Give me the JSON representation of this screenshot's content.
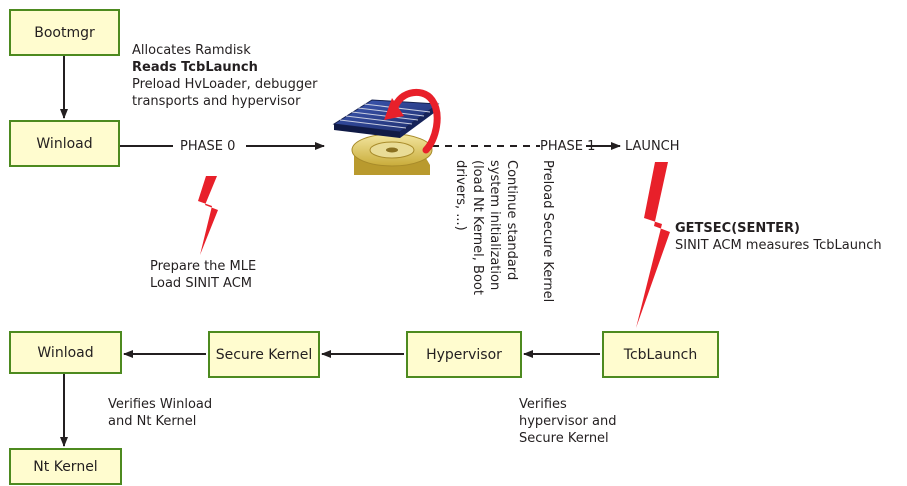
{
  "nodes": {
    "bootmgr": "Bootmgr",
    "winload_top": "Winload",
    "tcblaunch": "TcbLaunch",
    "hypervisor": "Hypervisor",
    "secure_kernel": "Secure Kernel",
    "winload_bottom": "Winload",
    "nt_kernel": "Nt Kernel"
  },
  "labels": {
    "phase0": "PHASE 0",
    "phase1": "PHASE 1",
    "launch": "LAUNCH"
  },
  "annotations": {
    "bootmgr_note": {
      "line1": "Allocates Ramdisk",
      "line2": "Reads TcbLaunch",
      "line3": "Preload HvLoader, debugger",
      "line4": "transports and hypervisor"
    },
    "phase0_note": {
      "line1": "Prepare the MLE",
      "line2": "Load SINIT ACM"
    },
    "phase1_preload": "Preload Secure Kernel",
    "phase1_continue": {
      "line1": "Continue standard",
      "line2": "system initialization",
      "line3": "(load Nt Kernel, Boot",
      "line4": "drivers, ...)"
    },
    "getsec": {
      "line1": "GETSEC(SENTER)",
      "line2": "SINIT ACM measures TcbLaunch"
    },
    "verifies_hv": {
      "line1": "Verifies",
      "line2": "hypervisor and",
      "line3": "Secure Kernel"
    },
    "verifies_winload": {
      "line1": "Verifies Winload",
      "line2": "and Nt Kernel"
    }
  },
  "colors": {
    "box_fill": "#fffccf",
    "box_border": "#4d8a1f",
    "lightning": "#e8202a",
    "arrow": "#231f20",
    "chip_blue": "#2a3e8c",
    "disk_gold": "#d9c25a",
    "curved_arrow": "#e8202a"
  },
  "icons": {
    "lightning_left": "lightning-bolt-icon",
    "lightning_right": "lightning-bolt-icon",
    "cpu_chip": "cpu-chip-icon",
    "hard_disk": "hard-disk-icon",
    "curved_arrow": "curved-arrow-icon"
  }
}
